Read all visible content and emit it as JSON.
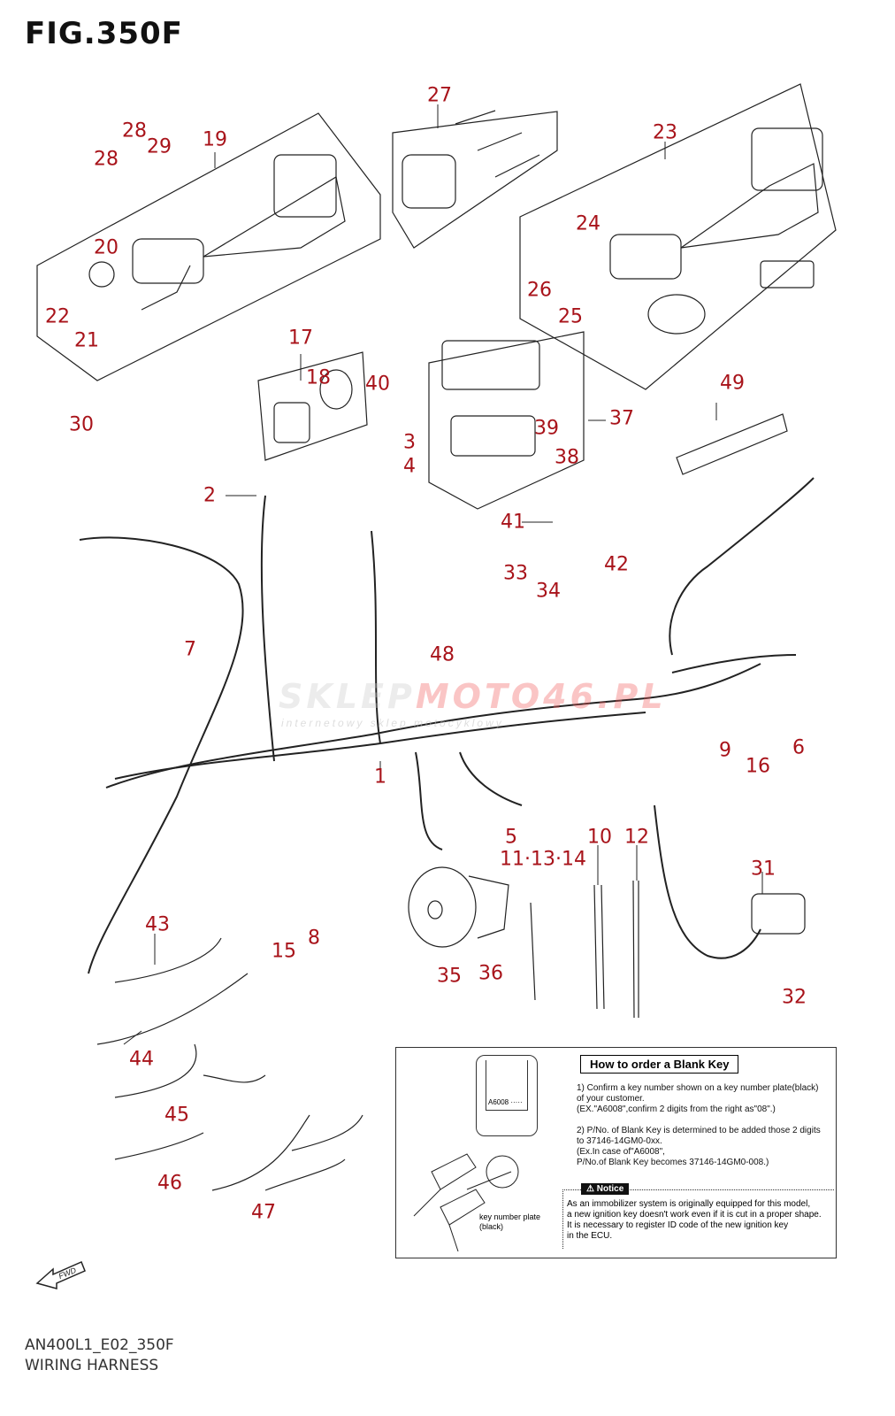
{
  "figure": {
    "title": "FIG.350F",
    "code": "AN400L1_E02_350F",
    "name": "WIRING HARNESS"
  },
  "watermark": {
    "text_left": "SKLEP",
    "text_right": "MOTO46.PL",
    "subtitle": "internetowy sklep motocyklowy"
  },
  "callouts": [
    {
      "id": "c27",
      "label": "27"
    },
    {
      "id": "c28a",
      "label": "28"
    },
    {
      "id": "c29",
      "label": "29"
    },
    {
      "id": "c19",
      "label": "19"
    },
    {
      "id": "c28b",
      "label": "28"
    },
    {
      "id": "c23",
      "label": "23"
    },
    {
      "id": "c24",
      "label": "24"
    },
    {
      "id": "c20",
      "label": "20"
    },
    {
      "id": "c26",
      "label": "26"
    },
    {
      "id": "c22",
      "label": "22"
    },
    {
      "id": "c25",
      "label": "25"
    },
    {
      "id": "c21",
      "label": "21"
    },
    {
      "id": "c17",
      "label": "17"
    },
    {
      "id": "c18",
      "label": "18"
    },
    {
      "id": "c30",
      "label": "30"
    },
    {
      "id": "c40",
      "label": "40"
    },
    {
      "id": "c37",
      "label": "37"
    },
    {
      "id": "c39",
      "label": "39"
    },
    {
      "id": "c49",
      "label": "49"
    },
    {
      "id": "c3",
      "label": "3"
    },
    {
      "id": "c4",
      "label": "4"
    },
    {
      "id": "c38",
      "label": "38"
    },
    {
      "id": "c2",
      "label": "2"
    },
    {
      "id": "c41",
      "label": "41"
    },
    {
      "id": "c42",
      "label": "42"
    },
    {
      "id": "c33",
      "label": "33"
    },
    {
      "id": "c34",
      "label": "34"
    },
    {
      "id": "c7",
      "label": "7"
    },
    {
      "id": "c48",
      "label": "48"
    },
    {
      "id": "c9",
      "label": "9"
    },
    {
      "id": "c6",
      "label": "6"
    },
    {
      "id": "c16",
      "label": "16"
    },
    {
      "id": "c1",
      "label": "1"
    },
    {
      "id": "c5",
      "label": "5"
    },
    {
      "id": "c10",
      "label": "10"
    },
    {
      "id": "c12",
      "label": "12"
    },
    {
      "id": "c111314",
      "label": "11·13·14"
    },
    {
      "id": "c31",
      "label": "31"
    },
    {
      "id": "c43",
      "label": "43"
    },
    {
      "id": "c15",
      "label": "15"
    },
    {
      "id": "c8",
      "label": "8"
    },
    {
      "id": "c35",
      "label": "35"
    },
    {
      "id": "c36",
      "label": "36"
    },
    {
      "id": "c32",
      "label": "32"
    },
    {
      "id": "c44",
      "label": "44"
    },
    {
      "id": "c45",
      "label": "45"
    },
    {
      "id": "c46",
      "label": "46"
    },
    {
      "id": "c47",
      "label": "47"
    }
  ],
  "info_box": {
    "title": "How to order a Blank Key",
    "step1": "1) Confirm a key number shown on a key number plate(black)\n of your customer.\n(EX.\"A6008\",confirm 2 digits from the right as\"08\".)",
    "step2": "2) P/No. of Blank Key is determined to be added those 2 digits\n to 37146-14GM0-0xx.\n(Ex.In case of\"A6008\",\nP/No.of Blank Key becomes 37146-14GM0-008.)",
    "notice_label": "⚠ Notice",
    "notice_text": "As an immobilizer system is originally equipped for this model,\na new ignition key doesn't work even if it is cut in a proper shape.\nIt is necessary to register ID code of the new ignition key\nin the ECU.",
    "plate_text": "A6008 ·····",
    "plate_label": "key number plate\n(black)"
  },
  "fwd_label": "FWD",
  "colors": {
    "callout": "#a8131a",
    "line": "#222222"
  }
}
